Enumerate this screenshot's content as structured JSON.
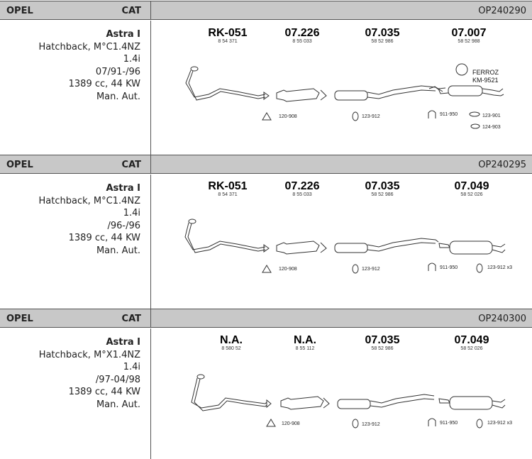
{
  "blocks": [
    {
      "make": "OPEL",
      "cat": "CAT",
      "code": "OP240290",
      "model": "Astra I",
      "body": "Hatchback, M°C1.4NZ",
      "engine": "1.4i",
      "years": "07/91-/96",
      "power": "1389 cc, 44 KW",
      "gearbox": "Man. Aut.",
      "parts": [
        {
          "pn": "RK-051",
          "sub": "8 54 371"
        },
        {
          "pn": "07.226",
          "sub": "8 55 033"
        },
        {
          "pn": "07.035",
          "sub": "58 52 986"
        },
        {
          "pn": "07.007",
          "sub": "58 52 988"
        }
      ],
      "accessories": [
        "120-908",
        "123-912",
        "911-950",
        "123-901",
        "124-903"
      ],
      "ferroz_line1": "FERROZ",
      "ferroz_line2": "KM-9521"
    },
    {
      "make": "OPEL",
      "cat": "CAT",
      "code": "OP240295",
      "model": "Astra I",
      "body": "Hatchback, M°C1.4NZ",
      "engine": "1.4i",
      "years": "/96-/96",
      "power": "1389 cc, 44 KW",
      "gearbox": "Man. Aut.",
      "parts": [
        {
          "pn": "RK-051",
          "sub": "8 54 371"
        },
        {
          "pn": "07.226",
          "sub": "8 55 033"
        },
        {
          "pn": "07.035",
          "sub": "58 52 986"
        },
        {
          "pn": "07.049",
          "sub": "58 52 026"
        }
      ],
      "accessories": [
        "120-908",
        "123-912",
        "911-950",
        "123-912 x3"
      ]
    },
    {
      "make": "OPEL",
      "cat": "CAT",
      "code": "OP240300",
      "model": "Astra I",
      "body": "Hatchback, M°X1.4NZ",
      "engine": "1.4i",
      "years": "/97-04/98",
      "power": "1389 cc, 44 KW",
      "gearbox": "Man. Aut.",
      "parts": [
        {
          "pn": "N.A.",
          "sub": "8 580 52"
        },
        {
          "pn": "N.A.",
          "sub": "8 55 112"
        },
        {
          "pn": "07.035",
          "sub": "58 52 986"
        },
        {
          "pn": "07.049",
          "sub": "58 52 026"
        }
      ],
      "accessories": [
        "120-908",
        "123-912",
        "911-950",
        "123-912 x3"
      ]
    }
  ]
}
